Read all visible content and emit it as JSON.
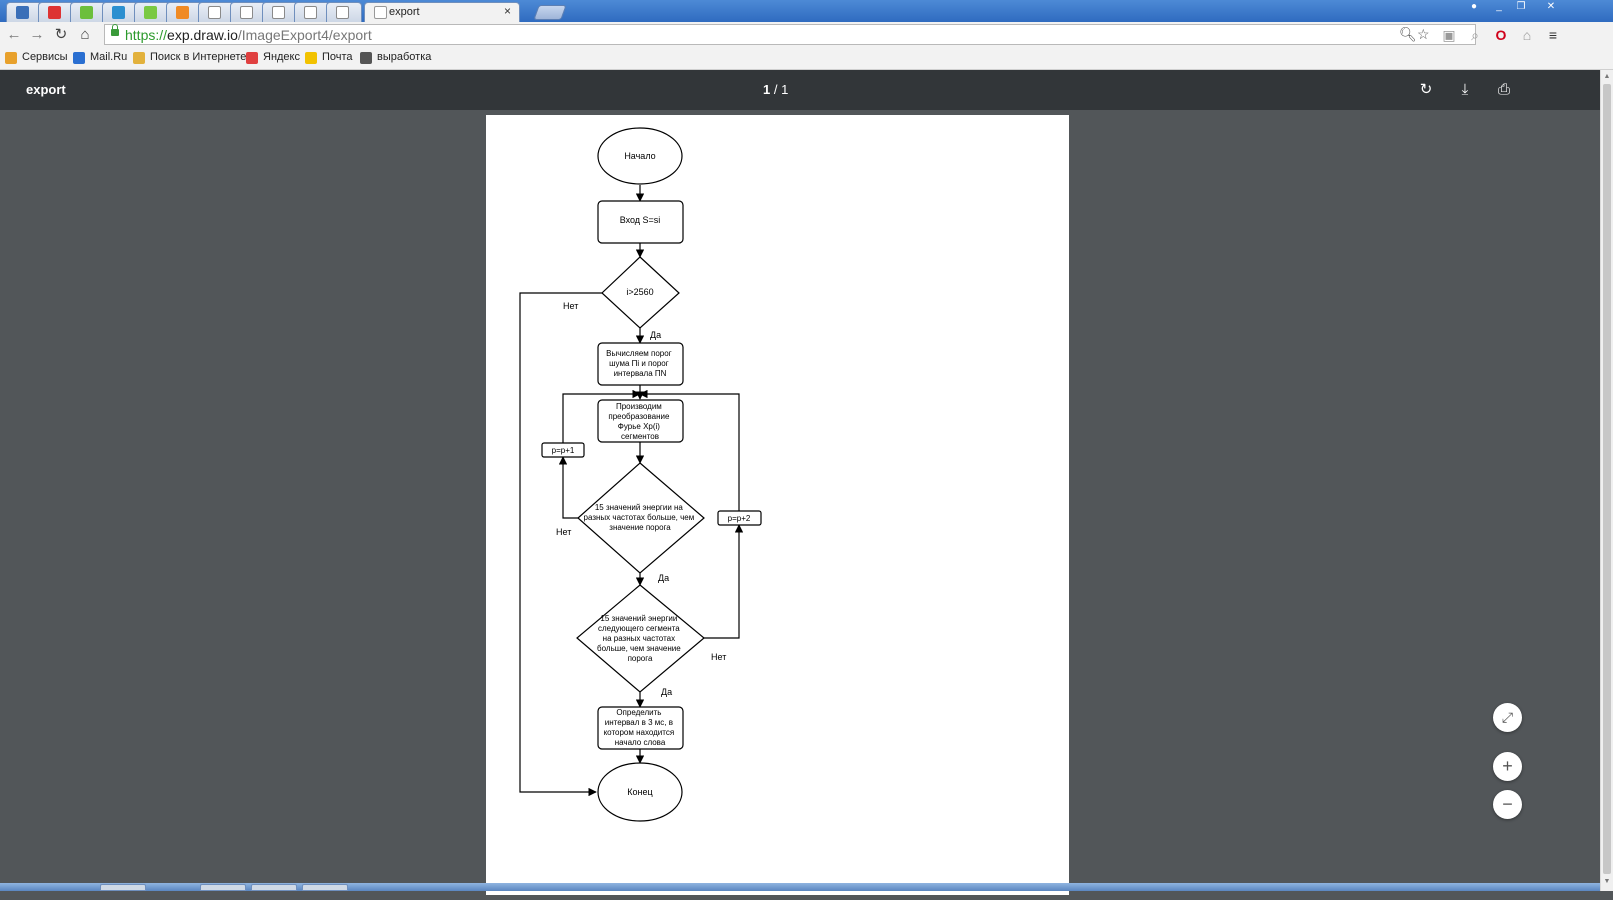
{
  "browser": {
    "tabs": [
      {
        "kind": "background",
        "icon": "blue-square-icon"
      },
      {
        "kind": "background",
        "icon": "red-c-icon"
      },
      {
        "kind": "background",
        "icon": "green-ru-icon"
      },
      {
        "kind": "background",
        "icon": "blue-circle-icon"
      },
      {
        "kind": "background",
        "icon": "green-globe-icon"
      },
      {
        "kind": "background",
        "icon": "orange-grid-icon"
      },
      {
        "kind": "background",
        "icon": "page-icon"
      },
      {
        "kind": "background",
        "icon": "page-icon"
      },
      {
        "kind": "background",
        "icon": "brackets-icon"
      },
      {
        "kind": "background",
        "icon": "page-icon"
      },
      {
        "kind": "background",
        "icon": "page-icon"
      }
    ],
    "active_tab": {
      "title": "export",
      "close": "×"
    },
    "url": {
      "scheme": "https://",
      "host": "exp.draw.io",
      "path": "/ImageExport4/export"
    },
    "bookmarks": [
      {
        "label": "Сервисы",
        "color": "#e8a12c"
      },
      {
        "label": "Mail.Ru",
        "color": "#2a6fd1"
      },
      {
        "label": "Поиск в Интернете",
        "color": "#e2b13c"
      },
      {
        "label": "Яндекс",
        "color": "#e04040"
      },
      {
        "label": "Почта",
        "color": "#f2c200"
      },
      {
        "label": "выработка",
        "color": "#555555"
      }
    ]
  },
  "pdf_viewer": {
    "title": "export",
    "current_page": "1",
    "separator": "/",
    "total_pages": "1",
    "rotate_icon": "↻",
    "download_icon": "⤓",
    "print_icon": "⎙",
    "fit_icon": "⤢",
    "zoom_in": "+",
    "zoom_out": "−"
  },
  "flowchart": {
    "start": "Начало",
    "input": "Вход S=si",
    "cond1": "i>2560",
    "calc": [
      "Вычисляем порог",
      "шума Пi и порог",
      "интервала ПN"
    ],
    "fourier": [
      "Производим",
      "преобразование",
      "Фурье Xp(i)",
      "сегментов"
    ],
    "cond2": [
      "15 значений энергии на",
      "разных частотах больше, чем",
      "значение порога"
    ],
    "cond3": [
      "15 значений энергии",
      "следующего сегмента",
      "на разных частотах",
      "больше, чем значение",
      "порога"
    ],
    "define": [
      "Определить",
      "интервал в 3 мс, в",
      "котором находится",
      "начало слова"
    ],
    "end": "Конец",
    "inc1": "p=p+1",
    "inc2": "p=p+2",
    "label_no_1": "Нет",
    "label_yes_1": "Да",
    "label_no_2": "Нет",
    "label_yes_2": "Да",
    "label_no_3": "Нет",
    "label_yes_3": "Да"
  }
}
